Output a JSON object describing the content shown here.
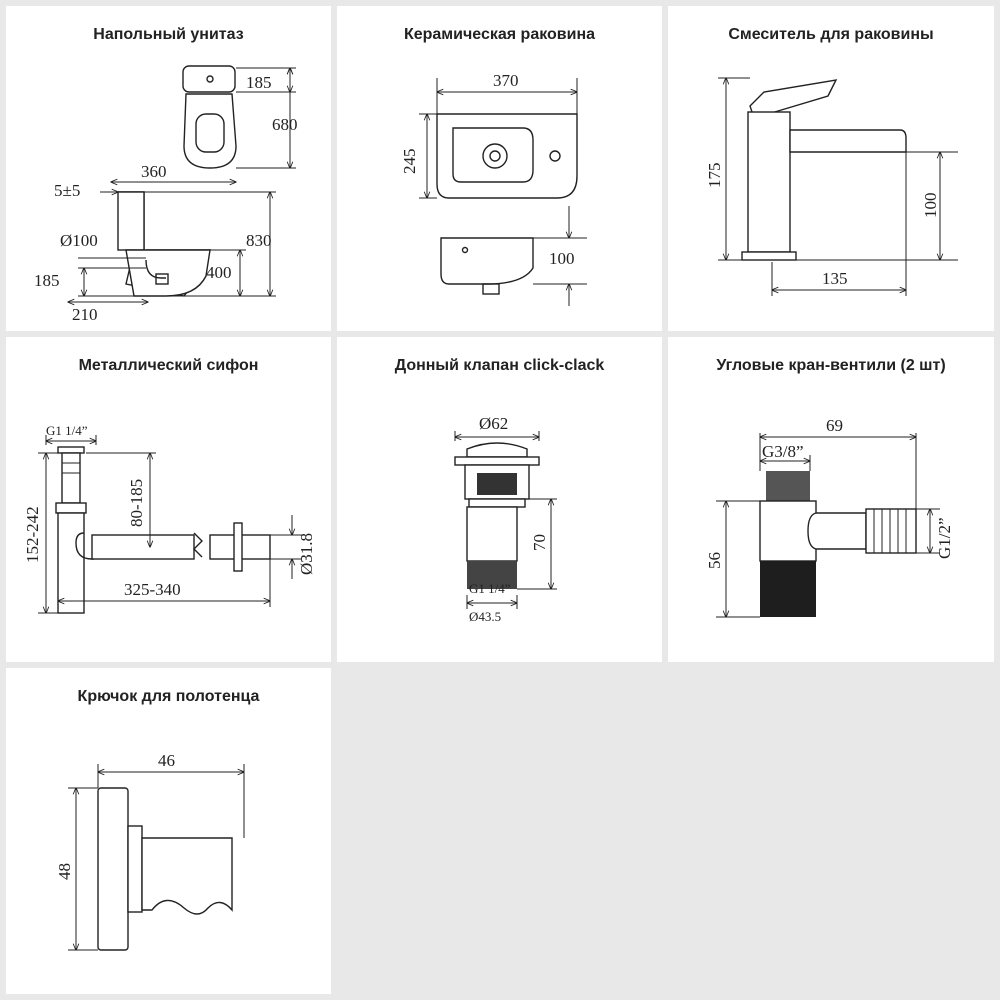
{
  "cards": [
    {
      "title": "Напольный унитаз",
      "dims": {
        "d185_top": "185",
        "d680": "680",
        "d360": "360",
        "d5": "5±5",
        "d100": "Ø100",
        "d830": "830",
        "d400": "400",
        "d185_bot": "185",
        "d210": "210"
      }
    },
    {
      "title": "Керамическая раковина",
      "dims": {
        "d370": "370",
        "d245": "245",
        "d100": "100"
      }
    },
    {
      "title": "Смеситель для раковины",
      "dims": {
        "d175": "175",
        "d100": "100",
        "d135": "135"
      }
    },
    {
      "title": "Металлический сифон",
      "dims": {
        "dg": "G1 1/4”",
        "d152": "152-242",
        "d80": "80-185",
        "d318": "Ø31.8",
        "d325": "325-340"
      }
    },
    {
      "title": "Донный клапан click-clack",
      "dims": {
        "d62": "Ø62",
        "d70": "70",
        "dg": "G1 1/4”",
        "d435": "Ø43.5"
      }
    },
    {
      "title": "Угловые кран-вентили (2 шт)",
      "dims": {
        "d69": "69",
        "dg38": "G3/8”",
        "d56": "56",
        "dg12": "G1/2”"
      }
    },
    {
      "title": "Крючок для полотенца",
      "dims": {
        "d46": "46",
        "d48": "48"
      }
    }
  ]
}
